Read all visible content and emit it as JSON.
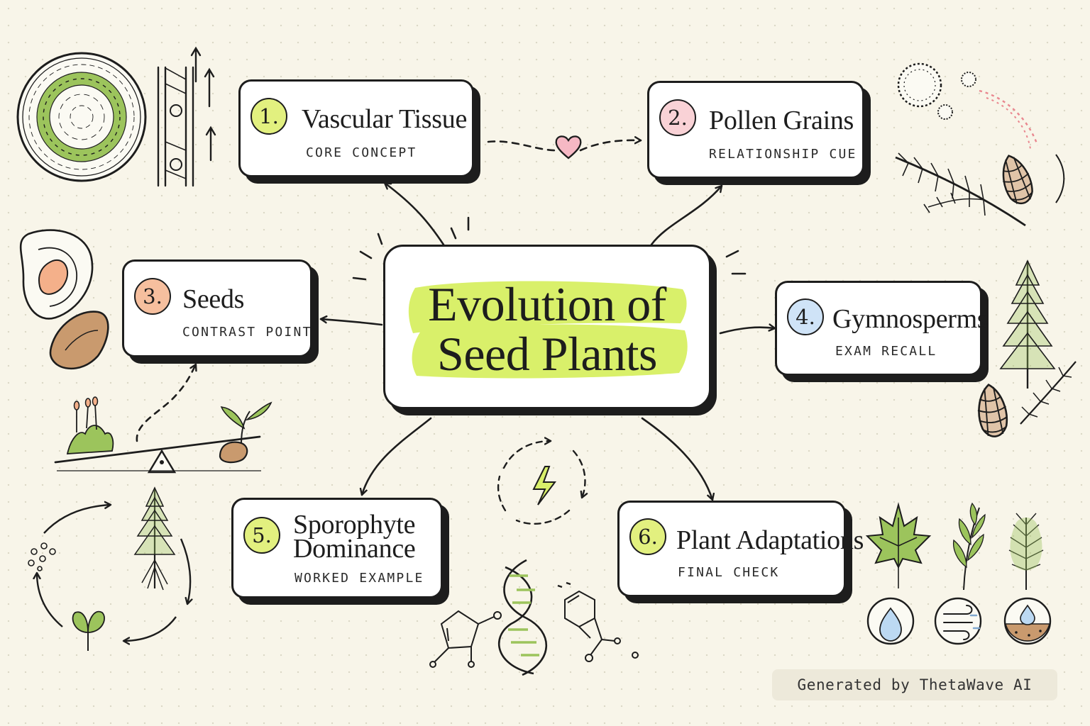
{
  "diagram": {
    "center_title": "Evolution of\nSeed Plants",
    "nodes": [
      {
        "number": "1.",
        "title": "Vascular Tissue",
        "subtitle": "CORE CONCEPT",
        "badge_color": "#e2f07f"
      },
      {
        "number": "2.",
        "title": "Pollen Grains",
        "subtitle": "RELATIONSHIP CUE",
        "badge_color": "#f9d2d6"
      },
      {
        "number": "3.",
        "title": "Seeds",
        "subtitle": "CONTRAST POINT",
        "badge_color": "#f6bf9e"
      },
      {
        "number": "4.",
        "title": "Gymnosperms",
        "subtitle": "EXAM RECALL",
        "badge_color": "#cfe3f7"
      },
      {
        "number": "5.",
        "title": "Sporophyte\nDominance",
        "subtitle": "WORKED EXAMPLE",
        "badge_color": "#e2f07f"
      },
      {
        "number": "6.",
        "title": "Plant Adaptations",
        "subtitle": "FINAL CHECK",
        "badge_color": "#e2f07f"
      }
    ],
    "footer": "Generated by ThetaWave AI"
  },
  "colors": {
    "highlight": "#d9f06a",
    "ink": "#1d1d1d",
    "leaf": "#9cc45c",
    "pink": "#e9878f",
    "seed": "#c99a6e"
  },
  "icons": [
    "stem-cross-section-icon",
    "xylem-vessel-icon",
    "heart-icon",
    "pollen-grains-icon",
    "pine-branch-cone-icon",
    "seed-cross-section-icon",
    "seed-icon",
    "seesaw-icon",
    "moss-icon",
    "seedling-icon",
    "pine-tree-icon",
    "pine-cone-icon",
    "life-cycle-icon",
    "energy-cycle-icon",
    "dna-icon",
    "molecule-icon",
    "maple-leaf-icon",
    "rosemary-icon",
    "pine-sprig-icon",
    "water-drop-icon",
    "wind-icon",
    "soil-water-icon"
  ]
}
